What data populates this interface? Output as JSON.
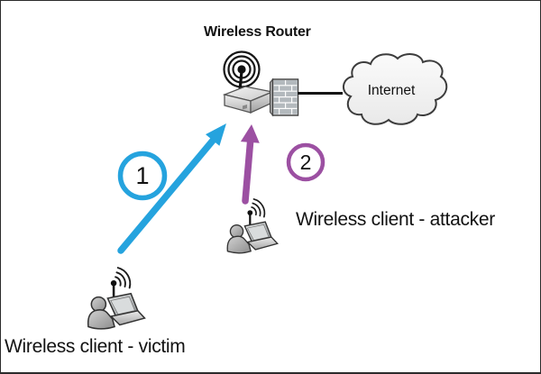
{
  "labels": {
    "router": "Wireless Router",
    "internet": "Internet",
    "attacker": "Wireless client - attacker",
    "victim": "Wireless client - victim"
  },
  "markers": [
    {
      "number": "1",
      "color": "#25a3de"
    },
    {
      "number": "2",
      "color": "#9c50a2"
    }
  ],
  "arrows": [
    {
      "id": "victim-to-router",
      "color": "#25a3de",
      "from": "wireless client - victim",
      "to": "wireless router"
    },
    {
      "id": "attacker-to-router",
      "color": "#9c50a2",
      "from": "wireless client - attacker",
      "to": "wireless router"
    }
  ],
  "icons": {
    "router": "wireless-router-icon",
    "firewall": "firewall-icon",
    "cloud": "internet-cloud-icon",
    "client": "wireless-client-icon"
  },
  "colors": {
    "background": "#ffffff",
    "border": "#2b2b2b",
    "line": "#151515",
    "text": "#121212"
  }
}
